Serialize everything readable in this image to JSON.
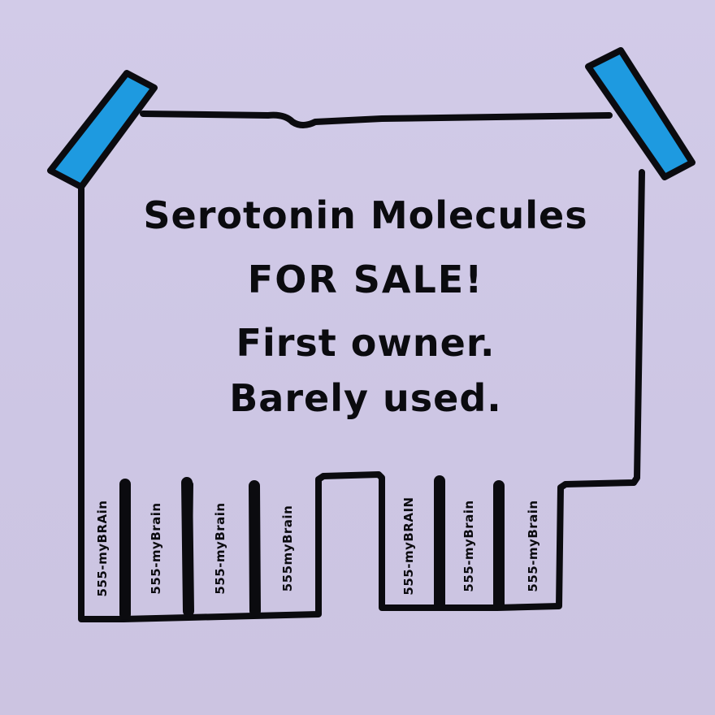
{
  "note": {
    "headline": [
      "Serotonin Molecules",
      "FOR SALE!",
      "First owner.",
      "Barely used."
    ],
    "tabs": [
      {
        "label": "555-myBRAin",
        "torn": false
      },
      {
        "label": "555-myBrain",
        "torn": false
      },
      {
        "label": "555-myBrain",
        "torn": false
      },
      {
        "label": "555myBrain",
        "torn": false
      },
      {
        "label": "",
        "torn": true
      },
      {
        "label": "555-myBRAIN",
        "torn": false
      },
      {
        "label": "555-myBrain",
        "torn": false
      },
      {
        "label": "555-myBrain",
        "torn": false
      }
    ],
    "tab_count_visible": 7
  },
  "colors": {
    "background": "#cfc8e6",
    "ink": "#0b0b0f",
    "tape": "#1e9ae0"
  }
}
